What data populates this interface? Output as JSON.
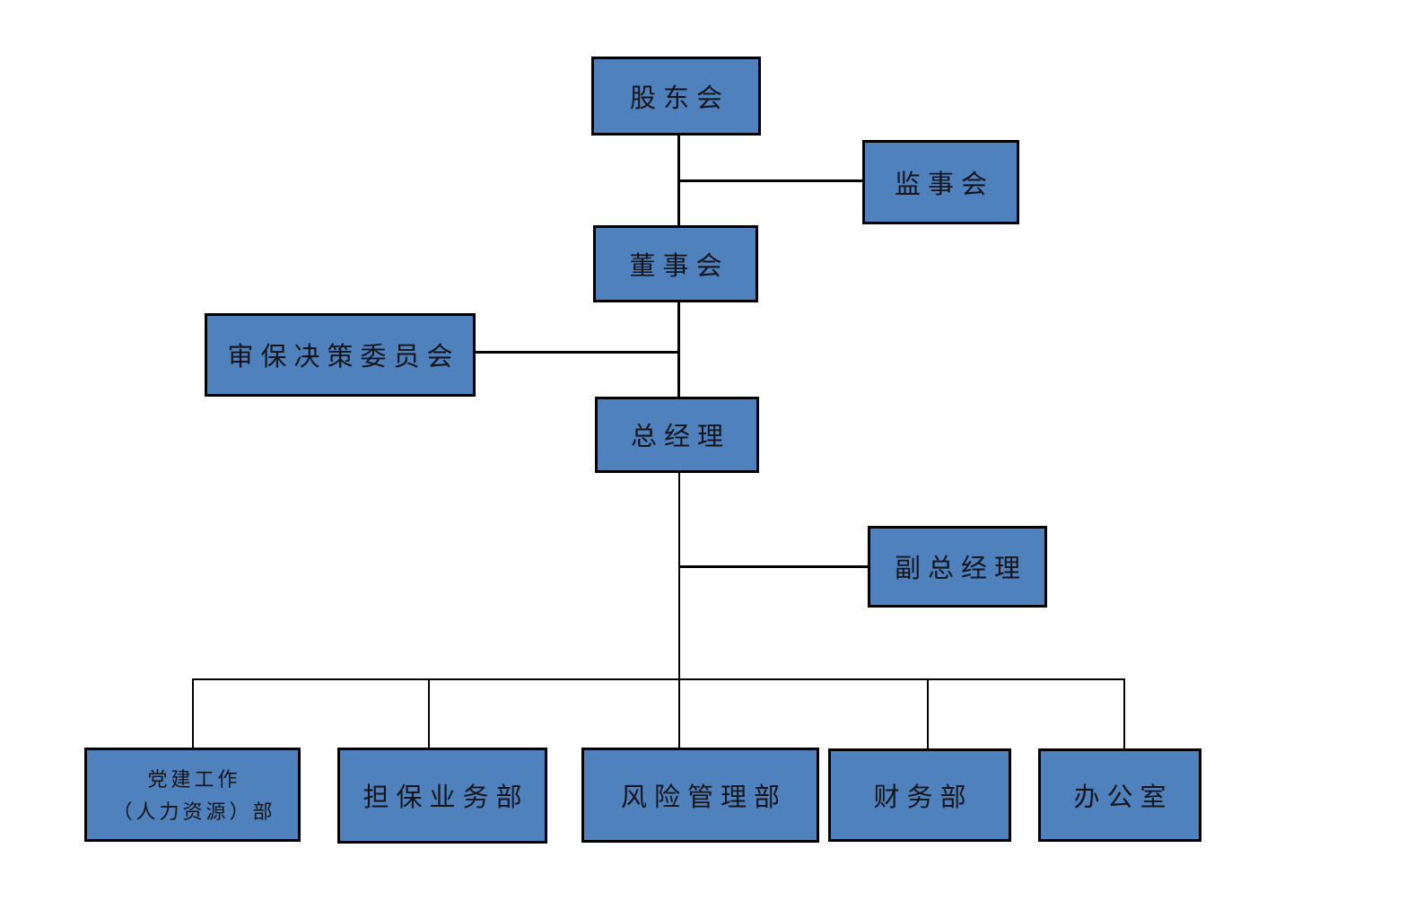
{
  "diagram": {
    "type": "org-chart",
    "colors": {
      "background": "#ffffff",
      "node_fill": "#4f81bd",
      "node_border": "#000000",
      "connector": "#000000",
      "text": "#15151c"
    },
    "nodes": {
      "shareholders": {
        "label": "股东会"
      },
      "supervisory_board": {
        "label": "监事会"
      },
      "board_of_directors": {
        "label": "董事会"
      },
      "review_guarantee_committee": {
        "label": "审保决策委员会"
      },
      "general_manager": {
        "label": "总经理"
      },
      "deputy_general_manager": {
        "label": "副总经理"
      },
      "party_building_hr_dept": {
        "label_line1": "党建工作",
        "label_line2": "（人力资源）部"
      },
      "guarantee_business_dept": {
        "label": "担保业务部"
      },
      "risk_management_dept": {
        "label": "风险管理部"
      },
      "finance_dept": {
        "label": "财务部"
      },
      "office": {
        "label": "办公室"
      }
    }
  }
}
